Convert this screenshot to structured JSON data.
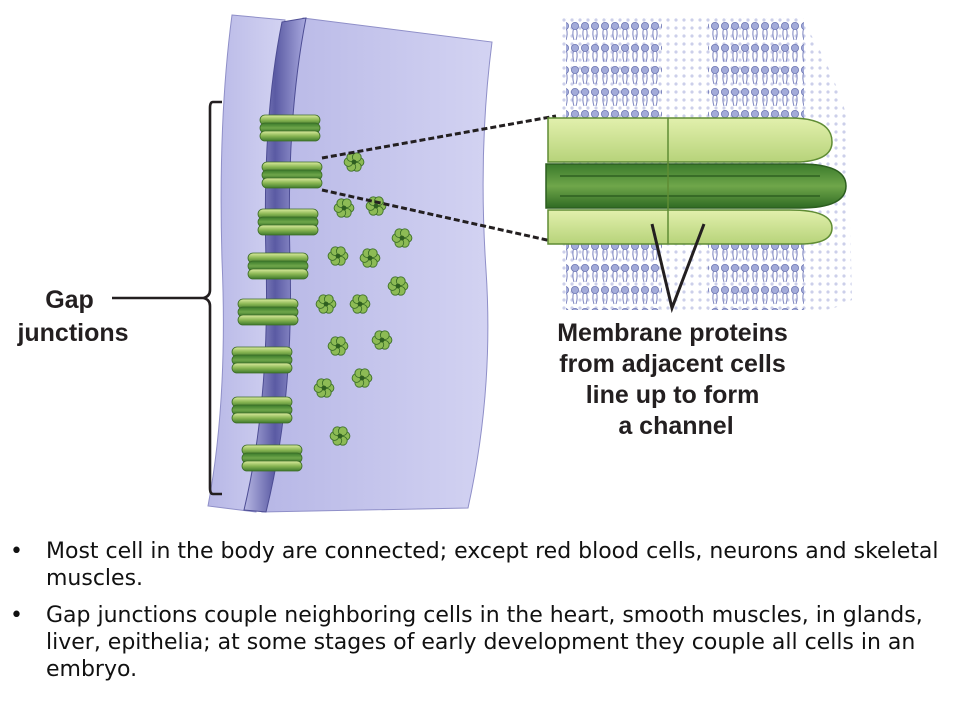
{
  "labels": {
    "gap_junctions": [
      "Gap",
      "junctions"
    ],
    "membrane_proteins": [
      "Membrane proteins",
      "from adjacent cells",
      "line up to form",
      "a channel"
    ]
  },
  "bullets": [
    {
      "marker": "•",
      "text": "Most cell in the body are connected; except red blood cells, neurons and skeletal muscles."
    },
    {
      "marker": "•",
      "text": "Gap junctions couple neighboring cells in the heart, smooth muscles, in glands, liver, epithelia; at some stages of early development they couple all cells in an embryo."
    }
  ],
  "colors": {
    "membrane_dark": "#5f5fa6",
    "membrane_light": "#c9c9ec",
    "protein_light": "#c9df8c",
    "protein_dark": "#3f7d2f",
    "lipid_head": "#9ea6d6",
    "text": "#231f20"
  }
}
